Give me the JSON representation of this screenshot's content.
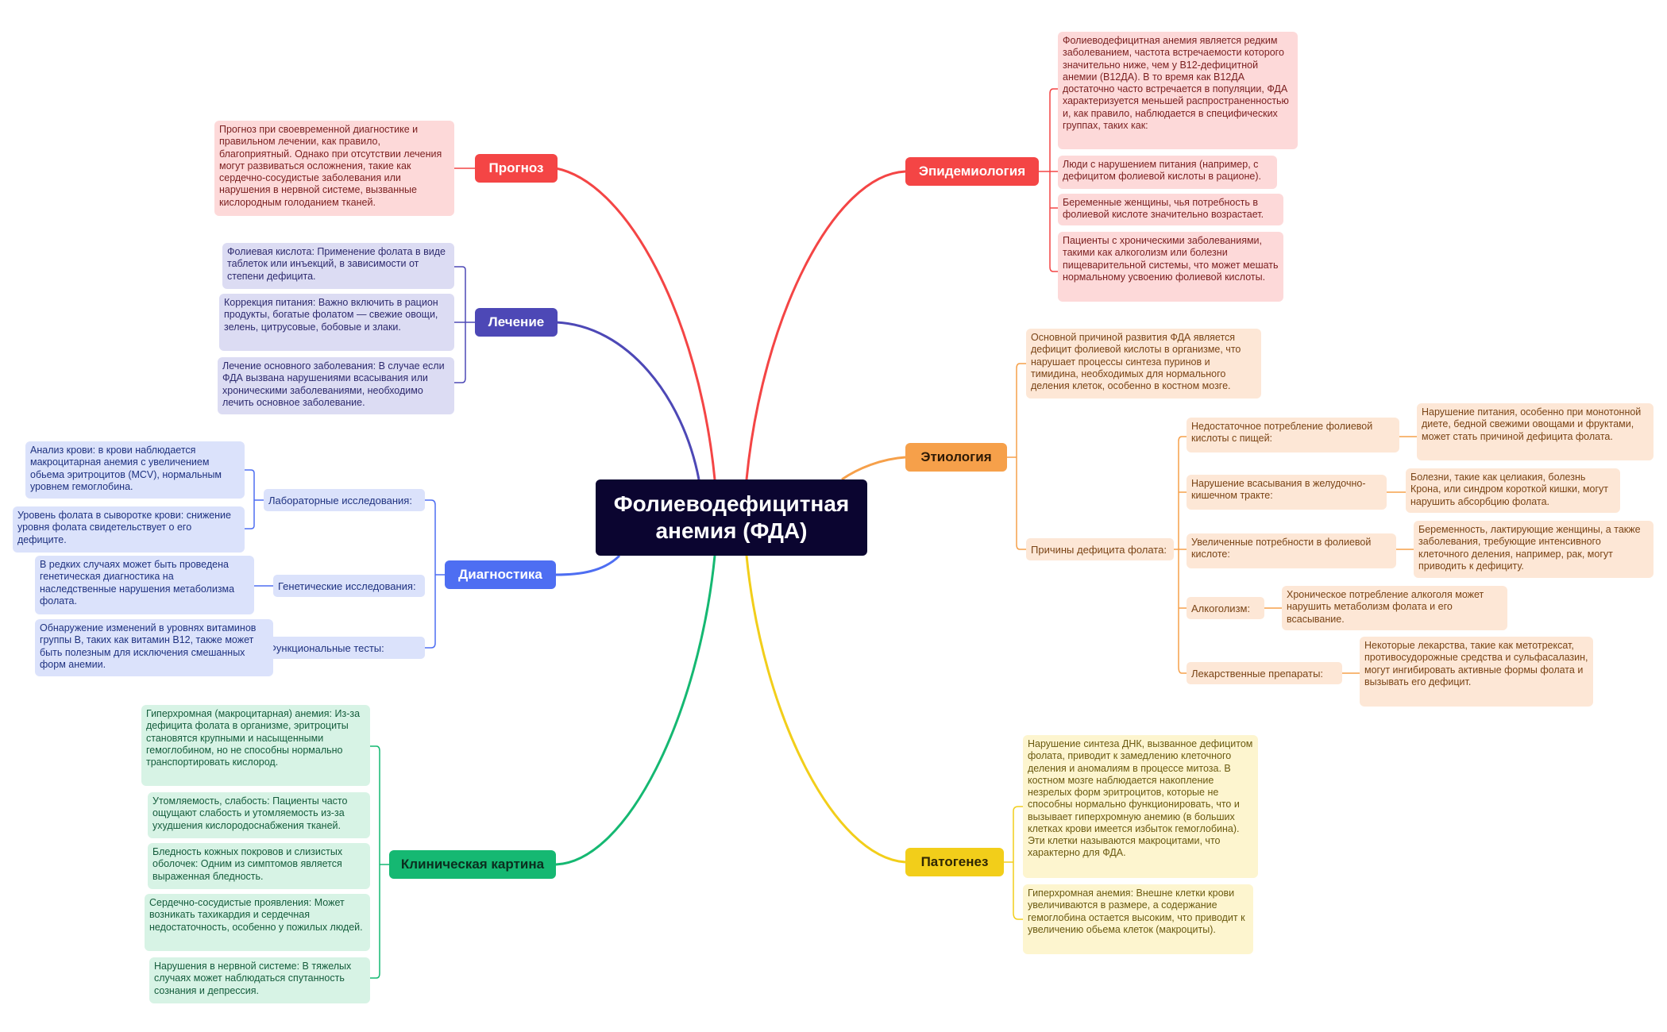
{
  "center": {
    "title": "Фолиеводефицитная анемия (ФДА)"
  },
  "colors": {
    "red": "#f44545",
    "purple": "#4d48b6",
    "blue": "#4e6ef2",
    "green": "#15b872",
    "orange": "#f6a04a",
    "yellow": "#f2ce1a"
  },
  "topics": {
    "prognoz": {
      "label": "Прогноз",
      "note": "Прогноз при своевременной диагностике и правильном лечении, как правило, благоприятный. Однако при отсутствии лечения могут развиваться осложнения, такие как сердечно-сосудистые заболевания или нарушения в нервной системе, вызванные кислородным голоданием тканей."
    },
    "lechenie": {
      "label": "Лечение",
      "notes": [
        "Фолиевая кислота: Применение фолата в виде таблеток или инъекций, в зависимости от степени дефицита.",
        "Коррекция питания: Важно включить в рацион продукты, богатые фолатом — свежие овощи, зелень, цитрусовые, бобовые и злаки.",
        "Лечение основного заболевания: В случае если ФДА вызвана нарушениями всасывания или хроническими заболеваниями, необходимо лечить основное заболевание."
      ]
    },
    "diagnostika": {
      "label": "Диагностика",
      "subs": [
        {
          "label": "Лабораторные исследования:",
          "notes": [
            "Анализ крови: в крови наблюдается макроцитарная анемия с увеличением обьема эритроцитов (MCV), нормальным уровнем гемоглобина.",
            "Уровень фолата в сыворотке крови: снижение уровня фолата свидетельствует о его дефиците."
          ]
        },
        {
          "label": "Генетические исследования:",
          "notes": [
            "В редких случаях может быть проведена генетическая диагностика на наследственные нарушения метаболизма фолата."
          ]
        },
        {
          "label": "Функциональные тесты:",
          "notes": [
            "Обнаружение изменений в уровнях витаминов группы B, таких как витамин B12, также может быть полезным для исключения смешанных форм анемии."
          ]
        }
      ]
    },
    "klinika": {
      "label": "Клиническая картина",
      "notes": [
        "Гиперхромная (макроцитарная) анемия: Из-за дефицита фолата в организме, эритроциты становятся крупными и насыщенными гемоглобином, но не способны нормально транспортировать кислород.",
        "Утомляемость, слабость: Пациенты часто ощущают слабость и утомляемость из-за ухудшения кислородоснабжения тканей.",
        "Бледность кожных покровов и слизистых оболочек: Одним из симптомов является выраженная бледность.",
        "Сердечно-сосудистые проявления: Может возникать тахикардия и сердечная недостаточность, особенно у пожилых людей.",
        "Нарушения в нервной системе: В тяжелых случаях может наблюдаться спутанность сознания и депрессия."
      ]
    },
    "epidemiologia": {
      "label": "Эпидемиология",
      "notes": [
        "Фолиеводефицитная анемия является редким заболеванием, частота встречаемости которого значительно ниже, чем у B12-дефицитной анемии (B12ДА). В то время как B12ДА достаточно часто встречается в популяции, ФДА характеризуется меньшей распространенностью и, как правило, наблюдается в специфических группах, таких как:",
        "Люди с нарушением питания (например, с дефицитом фолиевой кислоты в рационе).",
        "Беременные женщины, чья потребность в фолиевой кислоте значительно возрастает.",
        "Пациенты с хроническими заболеваниями, такими как алкоголизм или болезни пищеварительной системы, что может мешать нормальному усвоению фолиевой кислоты."
      ]
    },
    "etiologia": {
      "label": "Этиология",
      "note": "Основной причиной развития ФДА является дефицит фолиевой кислоты в организме, что нарушает процессы синтеза пуринов и тимидина, необходимых для нормального деления клеток, особенно в костном мозге.",
      "causes_label": "Причины дефицита фолата:",
      "causes": [
        {
          "label": "Недостаточное потребление фолиевой кислоты с пищей:",
          "note": "Нарушение питания, особенно при монотонной диете, бедной свежими овощами и фруктами, может стать причиной дефицита фолата."
        },
        {
          "label": "Нарушение всасывания в желудочно-кишечном тракте:",
          "note": "Болезни, такие как целиакия, болезнь Крона, или синдром короткой кишки, могут нарушить абсорбцию фолата."
        },
        {
          "label": "Увеличенные потребности в фолиевой кислоте:",
          "note": "Беременность, лактирующие женщины, а также заболевания, требующие интенсивного клеточного деления, например, рак, могут приводить к дефициту."
        },
        {
          "label": "Алкоголизм:",
          "note": "Хроническое потребление алкоголя может нарушить метаболизм фолата и его всасывание."
        },
        {
          "label": "Лекарственные препараты:",
          "note": "Некоторые лекарства, такие как метотрексат, противосудорожные средства и сульфасалазин, могут ингибировать активные формы фолата и вызывать его дефицит."
        }
      ]
    },
    "patogenez": {
      "label": "Патогенез",
      "notes": [
        "Нарушение синтеза ДНК, вызванное дефицитом фолата, приводит к замедлению клеточного деления и аномалиям в процессе митоза. В костном мозге наблюдается накопление незрелых форм эритроцитов, которые не способны нормально функционировать, что и вызывает гиперхромную анемию (в больших клетках крови имеется избыток гемоглобина). Эти клетки называются макроцитами, что характерно для ФДА.",
        "Гиперхромная анемия: Внешне клетки крови увеличиваются в размере, а содержание гемоглобина остается высоким, что приводит к увеличению обьема клеток (макроциты)."
      ]
    }
  }
}
